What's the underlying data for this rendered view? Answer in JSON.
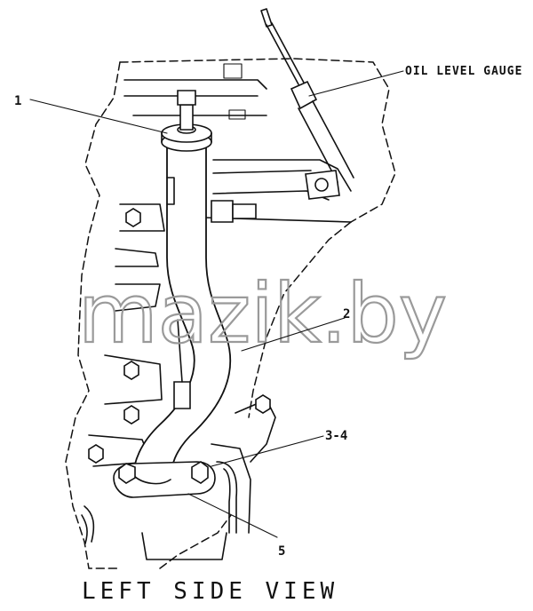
{
  "callouts": {
    "part_1": "1",
    "part_2": "2",
    "part_3_4": "3-4",
    "part_5": "5",
    "oil_level_gauge": "OIL LEVEL GAUGE"
  },
  "view_title": "LEFT SIDE VIEW",
  "watermark": "mazik.by",
  "colors": {
    "line": "#111111",
    "background": "#ffffff",
    "watermark": "#9a9a9a"
  }
}
